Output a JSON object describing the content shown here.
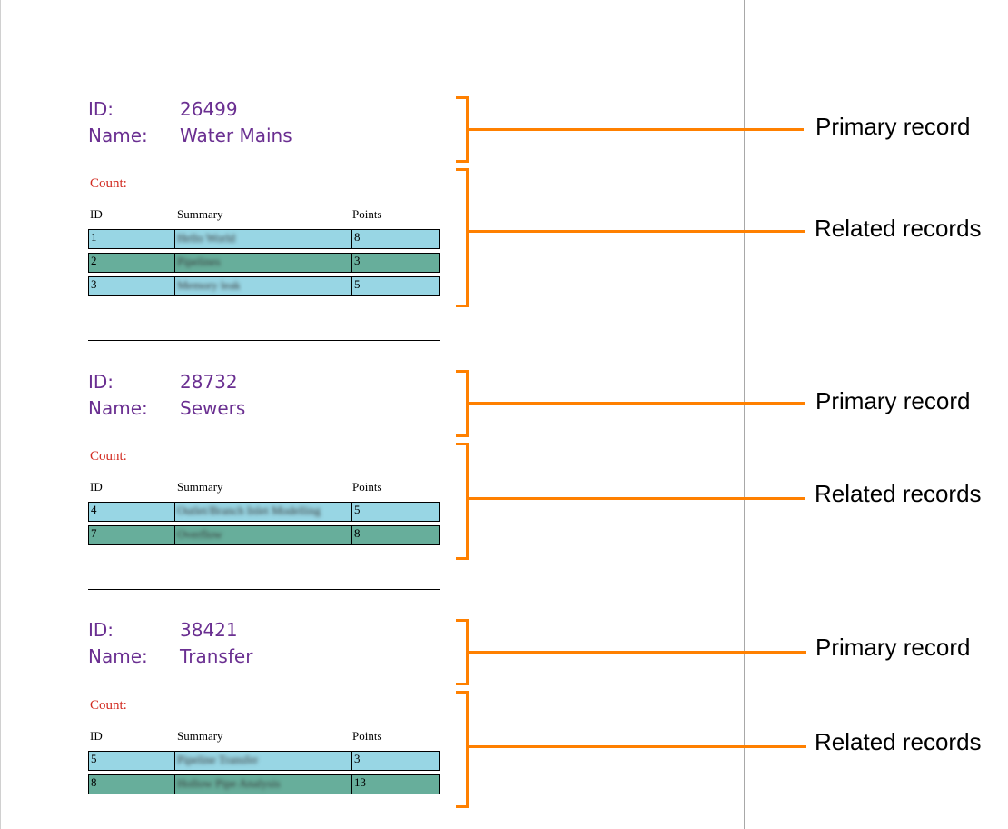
{
  "records": [
    {
      "id_label": "ID:",
      "id_value": "26499",
      "name_label": "Name:",
      "name_value": "Water Mains",
      "count_label": "Count:",
      "columns": [
        "ID",
        "Summary",
        "Points"
      ],
      "rows": [
        {
          "id": "1",
          "summary": "Hello World",
          "points": "8"
        },
        {
          "id": "2",
          "summary": "Pipelines",
          "points": "3"
        },
        {
          "id": "3",
          "summary": "Memory leak",
          "points": "5"
        }
      ]
    },
    {
      "id_label": "ID:",
      "id_value": "28732",
      "name_label": "Name:",
      "name_value": "Sewers",
      "count_label": "Count:",
      "columns": [
        "ID",
        "Summary",
        "Points"
      ],
      "rows": [
        {
          "id": "4",
          "summary": "Outlet/Branch Inlet Modelling",
          "points": "5"
        },
        {
          "id": "7",
          "summary": "Overflow",
          "points": "8"
        }
      ]
    },
    {
      "id_label": "ID:",
      "id_value": "38421",
      "name_label": "Name:",
      "name_value": "Transfer",
      "count_label": "Count:",
      "columns": [
        "ID",
        "Summary",
        "Points"
      ],
      "rows": [
        {
          "id": "5",
          "summary": "Pipeline Transfer",
          "points": "3"
        },
        {
          "id": "8",
          "summary": "Hollow Pipe Analysis",
          "points": "13"
        }
      ]
    }
  ],
  "callouts": {
    "primary": "Primary record",
    "related": "Related records"
  },
  "colors": {
    "row_odd": "#98d6e4",
    "row_even": "#67ae9b",
    "bracket": "#ff8000",
    "label_purple": "#6a2f91",
    "count_red": "#d22a20"
  }
}
